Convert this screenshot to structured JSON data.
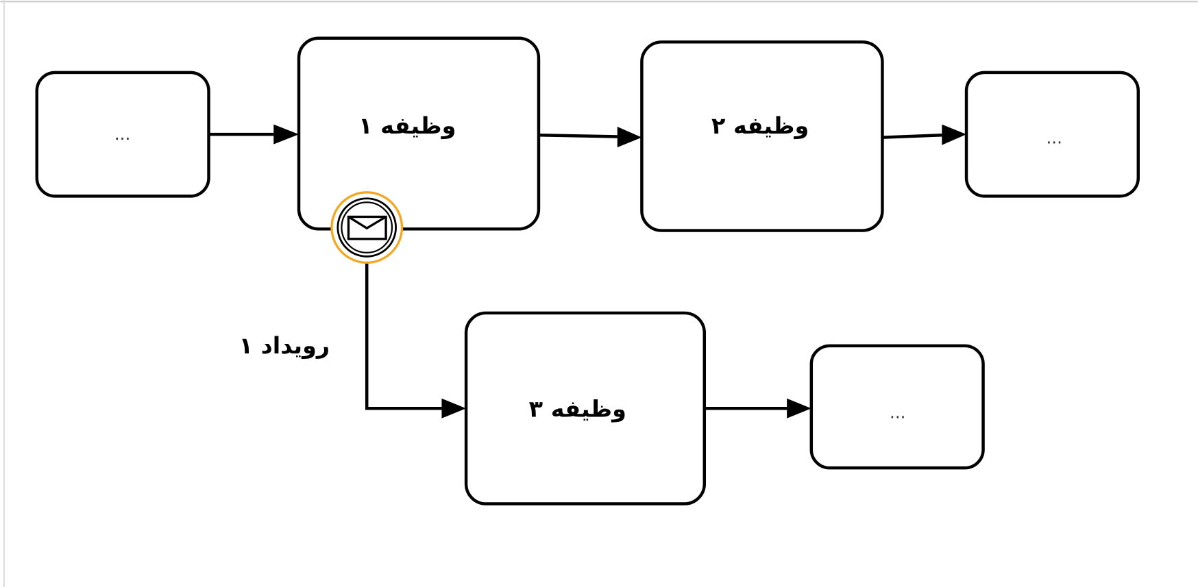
{
  "diagram": {
    "nodes": [
      {
        "id": "prev",
        "label": "..."
      },
      {
        "id": "task1",
        "label": "وظیفه ۱"
      },
      {
        "id": "task2",
        "label": "وظیفه ۲"
      },
      {
        "id": "next2",
        "label": "..."
      },
      {
        "id": "task3",
        "label": "وظیفه ۳"
      },
      {
        "id": "next3",
        "label": "..."
      }
    ],
    "event": {
      "label": "رویداد ۱",
      "icon": "envelope-icon",
      "highlight_color": "#f5a623"
    }
  }
}
